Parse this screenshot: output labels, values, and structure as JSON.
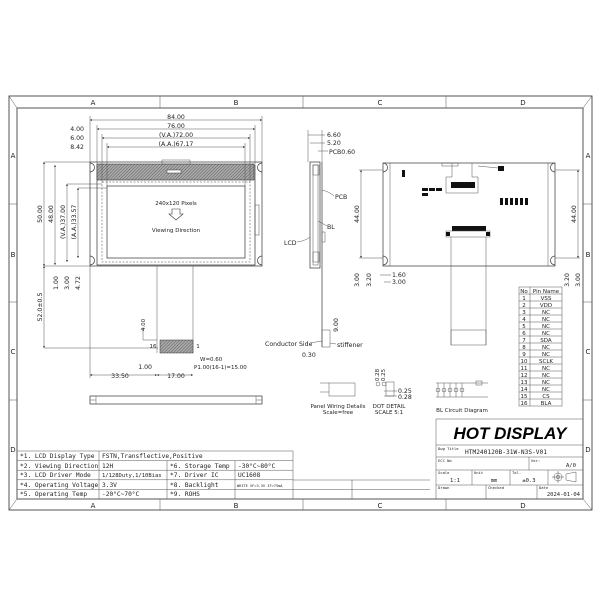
{
  "frame": {
    "columns": [
      "A",
      "B",
      "C",
      "D"
    ],
    "rows": [
      "A",
      "B",
      "C",
      "D"
    ]
  },
  "front_view": {
    "dims_top": {
      "overall_width": "84.00",
      "width_76": "76.00",
      "va_width": "(V.A.)72.00",
      "aa_width": "(A.A.)67.17",
      "offset_4": "4.00",
      "offset_6": "6.00",
      "offset_842": "8.42"
    },
    "dims_left": {
      "height_50": "50.00",
      "height_48": "48.00",
      "va_height": "(V.A.)37.00",
      "aa_height": "(A.A.)33.57",
      "offset_1": "1.00",
      "offset_3": "3.00",
      "offset_472": "4.72",
      "fpc_length": "52.0±0.5"
    },
    "pixels_label": "240x120 Pixels",
    "viewing_direction_label": "Viewing Direction",
    "fpc": {
      "pin_left": "16",
      "pin_right": "1",
      "dim_4": "4.00",
      "dim_w": "W=0.60",
      "dim_pitch": "P1.00(16-1)=15.00",
      "dim_1": "1.00",
      "dim_3350": "33.50",
      "dim_17": "17.00"
    }
  },
  "side_view": {
    "dim_660": "6.60",
    "dim_520": "5.20",
    "pcb_thickness": "PCB0.60",
    "label_pcb": "PCB",
    "label_bl": "BL",
    "label_lcd": "LCD",
    "dim_9": "9.00",
    "label_conductor": "Conductor Side",
    "label_stiffener": "stiffener",
    "dim_030": "0.30"
  },
  "rear_view": {
    "dim_44_left": "44.00",
    "dim_44_right": "44.00",
    "dim_3_left": "3.00",
    "dim_320_left": "3.20",
    "dim_160": "1.60",
    "dim_300": "3.00",
    "dim_320_right": "3.20",
    "dim_3_right": "3.00"
  },
  "pin_table": {
    "headers": [
      "No",
      "Pin Name"
    ],
    "rows": [
      [
        "1",
        "VSS"
      ],
      [
        "2",
        "VDD"
      ],
      [
        "3",
        "NC"
      ],
      [
        "4",
        "NC"
      ],
      [
        "5",
        "NC"
      ],
      [
        "6",
        "NC"
      ],
      [
        "7",
        "SDA"
      ],
      [
        "8",
        "NC"
      ],
      [
        "9",
        "NC"
      ],
      [
        "10",
        "SCLK"
      ],
      [
        "11",
        "NC"
      ],
      [
        "12",
        "NC"
      ],
      [
        "13",
        "NC"
      ],
      [
        "14",
        "NC"
      ],
      [
        "15",
        "CS"
      ],
      [
        "16",
        "BLA"
      ]
    ]
  },
  "details": {
    "panel_wiring_line1": "Panel Wiring Details",
    "panel_wiring_line2": "Scale=free",
    "dot_detail_line1": "DOT DETAIL",
    "dot_detail_line2": "SCALE 5:1",
    "dot_dim_1": "0.28",
    "dot_dim_2": "0.25",
    "dot_dim_3": "0.25",
    "dot_dim_4": "0.28",
    "bl_circuit": "BL Circuit Diagram"
  },
  "spec_table": {
    "rows": [
      {
        "label": "*1. LCD Display Type",
        "value": "FSTN,Transflective,Positive"
      },
      {
        "label": "*2. Viewing Direction",
        "value": "12H",
        "label2": "*6. Storage Temp",
        "value2": "-30°C~80°C"
      },
      {
        "label": "*3. LCD Driver Mode",
        "value": "1/128Duty,1/10Bias",
        "label2": "*7. Driver IC",
        "value2": "UC1608"
      },
      {
        "label": "*4. Operating Voltage",
        "value": "3.3V",
        "label2": "*8. Backlight",
        "value2": "WHITE VF=3.3V IF=75mA"
      },
      {
        "label": "*5. Operating Temp",
        "value": "-20°C~70°C",
        "label2": "*9. ROHS",
        "value2": ""
      }
    ]
  },
  "title_block": {
    "brand": "HOT DISPLAY",
    "dwg_title_label": "Dwg Title",
    "dwg_title": "HTM240120B-31W-N3S-V01",
    "ecc_label": "ECC No",
    "ver_label": "Ver:",
    "ver": "A/0",
    "scale_label": "Scale",
    "scale": "1:1",
    "unit_label": "Unit",
    "unit": "mm",
    "tol_label": "Tol.",
    "tol": "±0.3",
    "drawn_label": "Drawn",
    "checked_label": "Checked",
    "date_label": "Date",
    "date": "2024-01-04"
  }
}
